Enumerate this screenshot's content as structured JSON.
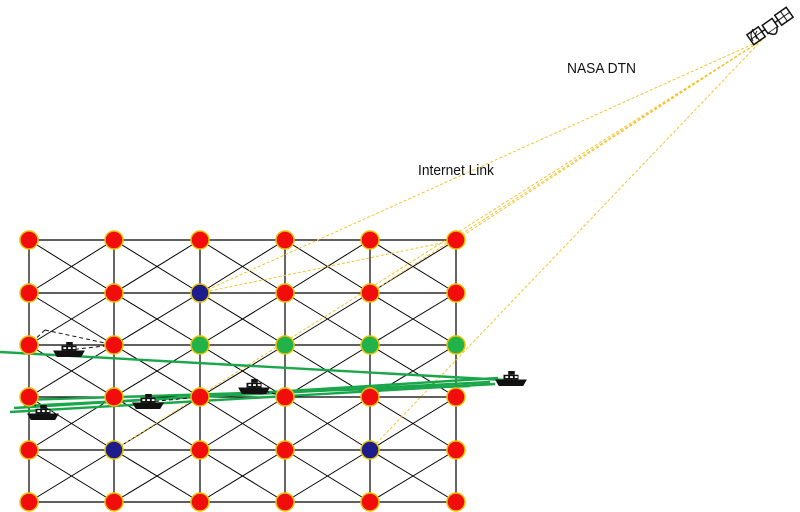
{
  "labels": {
    "satellite_system": "NASA DTN",
    "link": "Internet Link"
  },
  "grid": {
    "columns": 6,
    "rows": 6,
    "node_colors": {
      "red": "#f20d0d",
      "blue": "#1c1c8c",
      "green": "#22b24a"
    },
    "node_outline": "#e6c200",
    "node_states": [
      [
        "red",
        "red",
        "red",
        "red",
        "red",
        "red"
      ],
      [
        "red",
        "red",
        "blue",
        "red",
        "red",
        "red"
      ],
      [
        "red",
        "red",
        "green",
        "green",
        "green",
        "green"
      ],
      [
        "red",
        "red",
        "red",
        "red",
        "red",
        "red"
      ],
      [
        "red",
        "blue",
        "red",
        "red",
        "blue",
        "red"
      ],
      [
        "red",
        "red",
        "red",
        "red",
        "red",
        "red"
      ]
    ],
    "edge_color": "#000000"
  },
  "satellite": {
    "icon": "satellite-icon",
    "link_color": "#f4c430",
    "links_to_nodes": [
      [
        0,
        5
      ],
      [
        1,
        2
      ],
      [
        1,
        4
      ],
      [
        4,
        1
      ],
      [
        4,
        4
      ]
    ]
  },
  "ships": {
    "icon": "ship-icon",
    "count": 5
  },
  "ship_tracks": {
    "color": "#1aa64a"
  }
}
